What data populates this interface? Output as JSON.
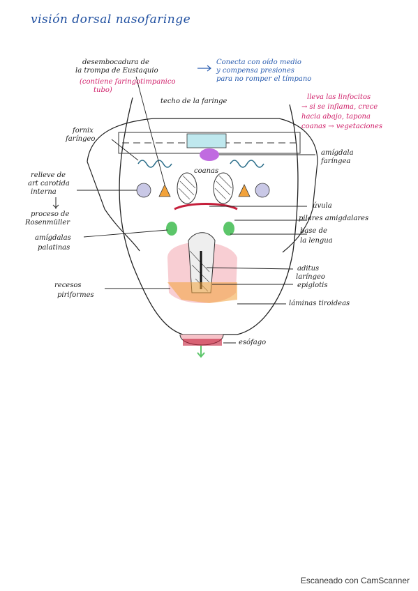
{
  "title": "visión dorsal nasofaringe",
  "labels": {
    "eustaquio_1": "desembocadura de",
    "eustaquio_2": "la trompa de Eustaquio",
    "eustaquio_pink_1": "(contiene faringotimpanico",
    "eustaquio_pink_2": "tubo)",
    "conecta_1": "Conecta con oído medio",
    "conecta_2": "y compensa presiones",
    "conecta_3": "para no romper el tímpano",
    "techo": "techo de la faringe",
    "fornix_1": "fornix",
    "fornix_2": "faríngeo",
    "lleva_1": "lleva las linfocitos",
    "lleva_2": "→ si se inflama, crece",
    "lleva_3": "hacia abajo, tapona",
    "lleva_3b": "coanas → vegetaciones",
    "amigdala_far_1": "amígdala",
    "amigdala_far_2": "faríngea",
    "coanas": "coanas",
    "relieve_1": "relieve de",
    "relieve_2": "art carotida",
    "relieve_3": "interna",
    "proceso_1": "proceso de",
    "proceso_2": "Rosenmüller",
    "uvula": "úvula",
    "pilares": "pilares amigdalares",
    "base_lengua_1": "base de",
    "base_lengua_2": "la lengua",
    "amig_palatinas_1": "amígdalas",
    "amig_palatinas_2": "palatinas",
    "aditus_1": "aditus",
    "aditus_2": "laríngeo",
    "epiglotis": "epiglotis",
    "recesos_1": "recesos",
    "recesos_2": "piriformes",
    "laminas": "láminas tiroideas",
    "esofago": "esófago"
  },
  "watermark": "Escaneado con CamScanner",
  "colors": {
    "ink": "#1c1c1c",
    "title_blue": "#1f4fa0",
    "note_blue": "#2a5db0",
    "pink": "#d0206a",
    "red": "#c51f3b",
    "cyan_band": "#bfe8ee",
    "purple": "#c06be0",
    "teal_wave": "#2b6e8a",
    "orange": "#f2a23a",
    "green": "#5cc66a",
    "light_pink": "#f6c2c8",
    "lavender": "#c9c8e6"
  },
  "icons": {
    "arrow_right": "arrow-right-icon",
    "arrow_down": "arrow-down-icon"
  }
}
